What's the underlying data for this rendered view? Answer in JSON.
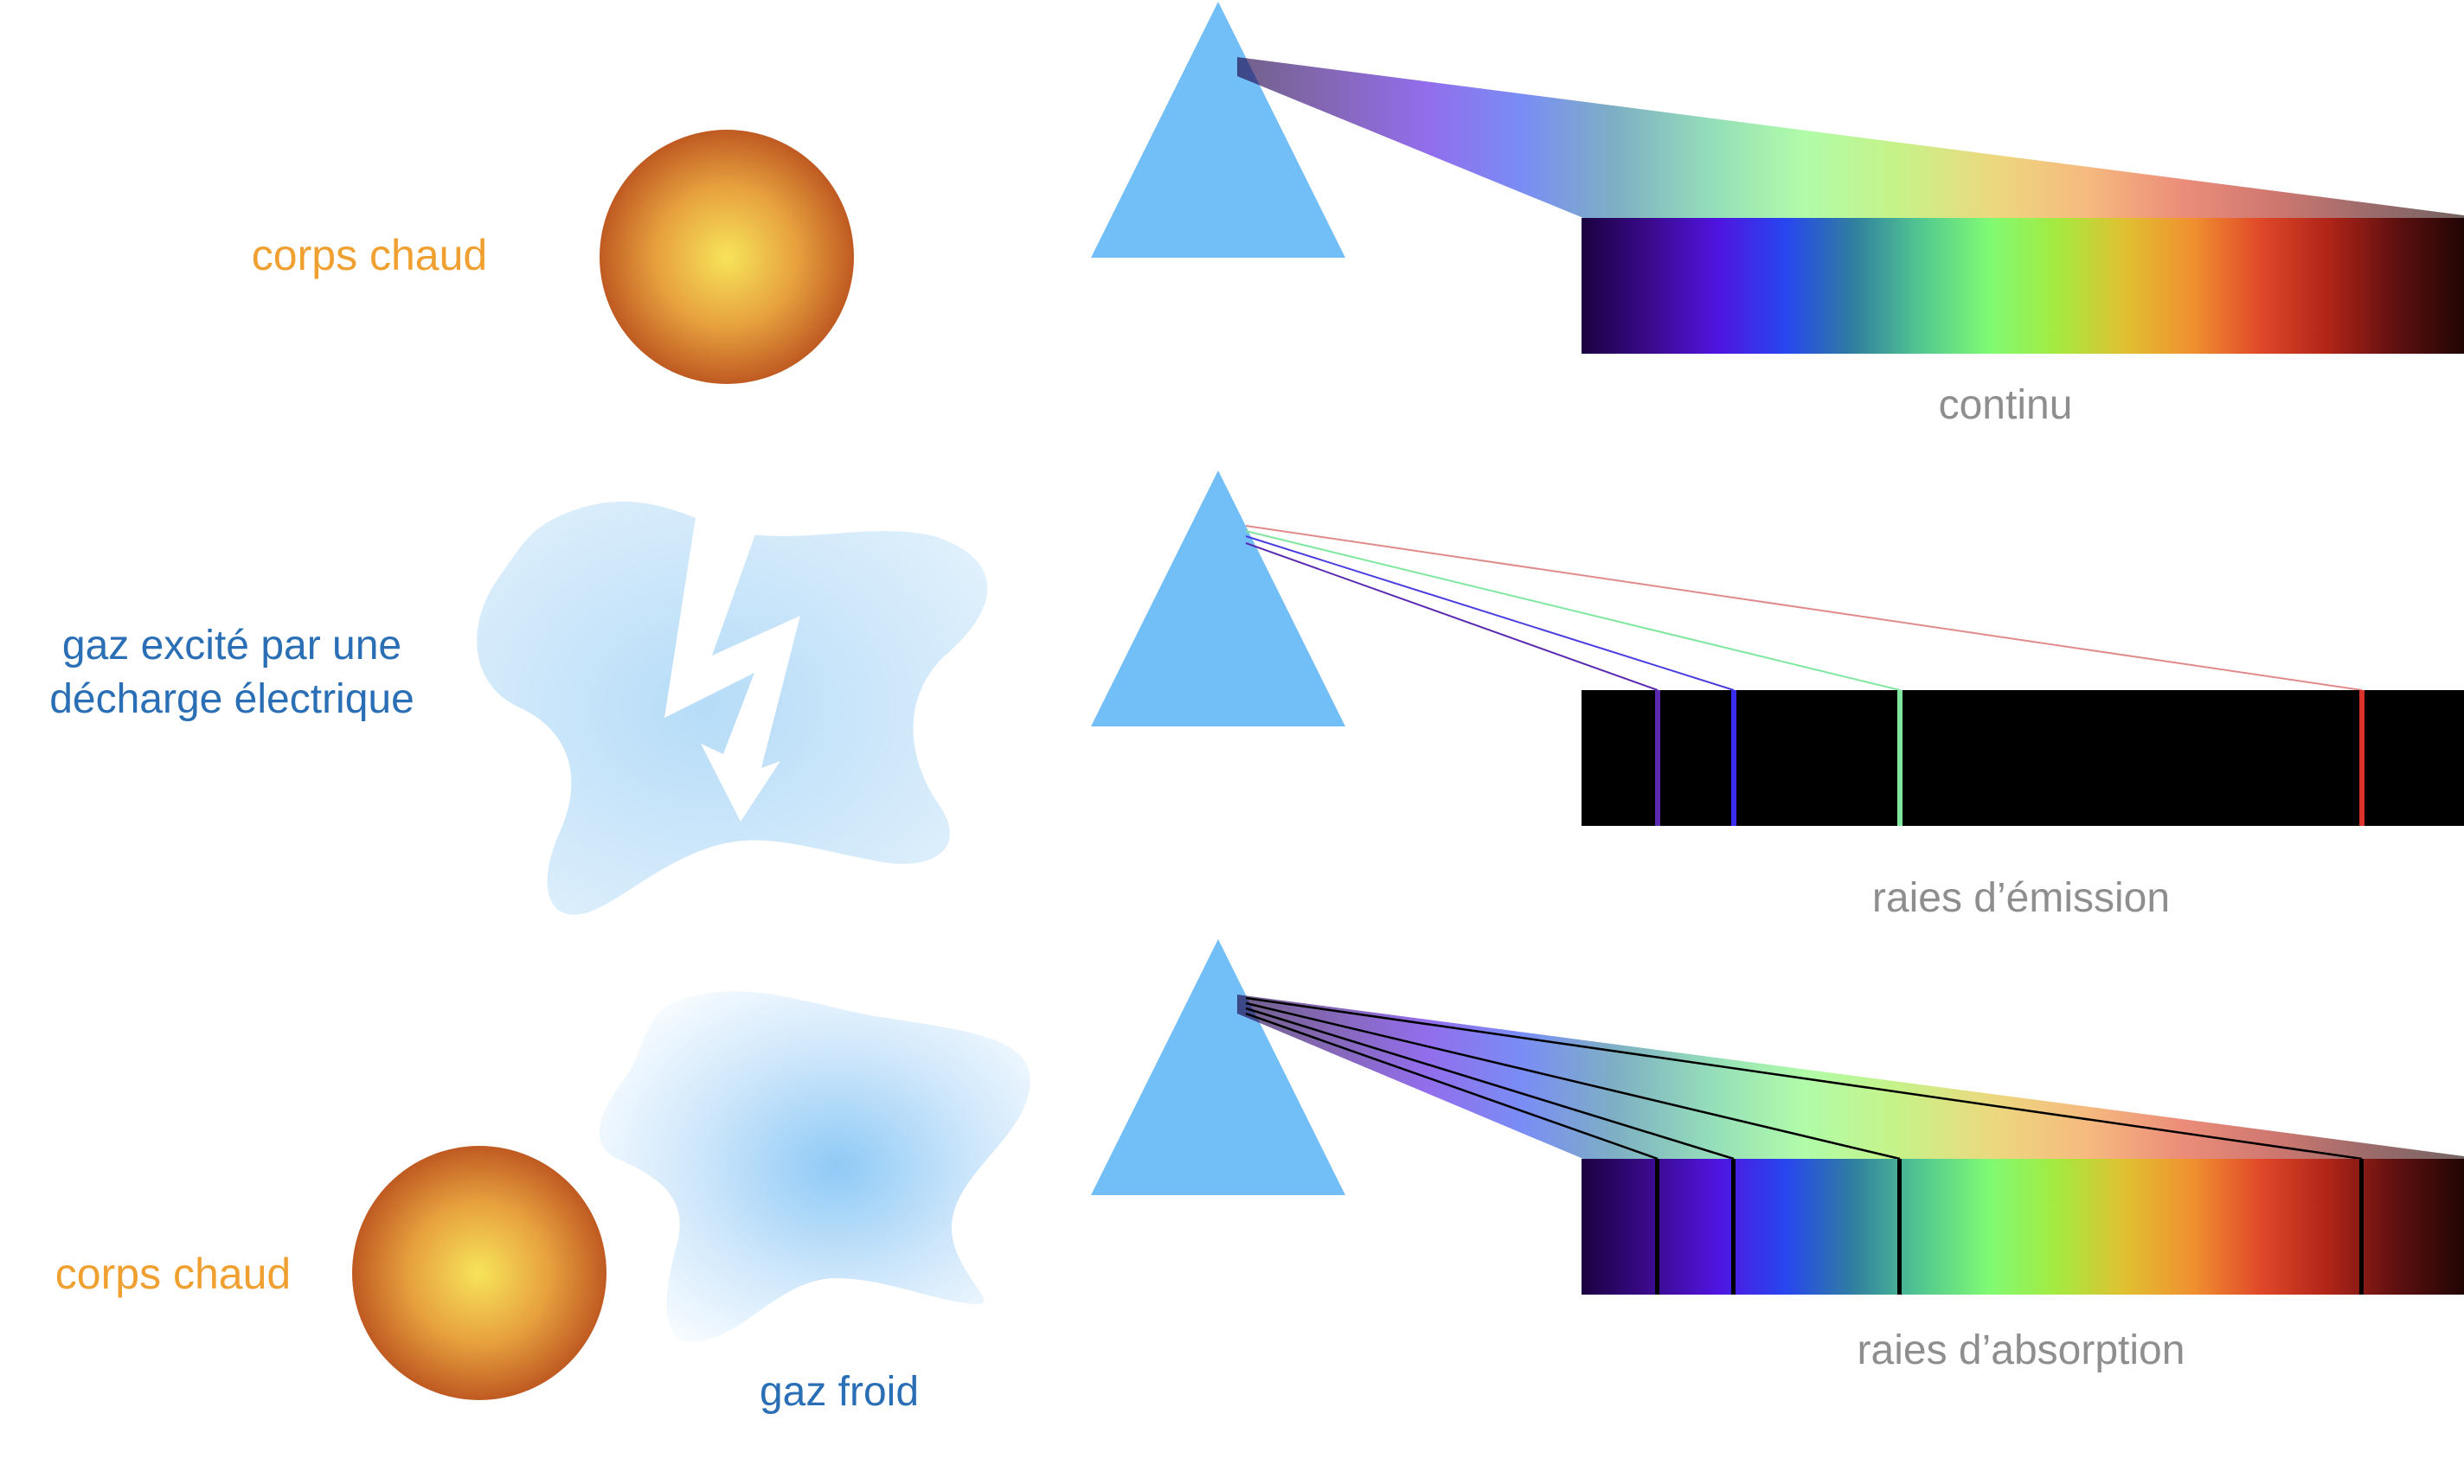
{
  "rows": [
    {
      "sources": [
        {
          "label": "corps chaud",
          "kind": "hot-body"
        }
      ],
      "spectrum": {
        "type": "continuous",
        "caption": "continu",
        "lines": []
      }
    },
    {
      "sources": [
        {
          "label": [
            "gaz excité par une",
            "décharge électrique"
          ],
          "kind": "excited-gas"
        }
      ],
      "spectrum": {
        "type": "emission",
        "caption": "raies d’émission",
        "lines": [
          {
            "color": "#5a2ab0"
          },
          {
            "color": "#3a2ef0"
          },
          {
            "color": "#7fe7a0"
          },
          {
            "color": "#d9332b"
          }
        ]
      }
    },
    {
      "sources": [
        {
          "label": "corps chaud",
          "kind": "hot-body"
        },
        {
          "label": "gaz froid",
          "kind": "cold-gas"
        }
      ],
      "spectrum": {
        "type": "absorption",
        "caption": "raies d’absorption",
        "lines": [
          {},
          {},
          {},
          {}
        ]
      }
    }
  ],
  "colors": {
    "hot_label": "#F0A030",
    "gas_label": "#2A6FB5",
    "caption": "#8E8E8E",
    "prism": "#72BEF7",
    "spectrum_bg": "#000000"
  },
  "spectrum_stops": [
    "#1b0040",
    "#3a0a8c",
    "#5014e0",
    "#2846f0",
    "#2f7ea0",
    "#52c890",
    "#80fa74",
    "#a4ea40",
    "#e0c030",
    "#f09030",
    "#e04828",
    "#b02418",
    "#601010",
    "#200404"
  ]
}
